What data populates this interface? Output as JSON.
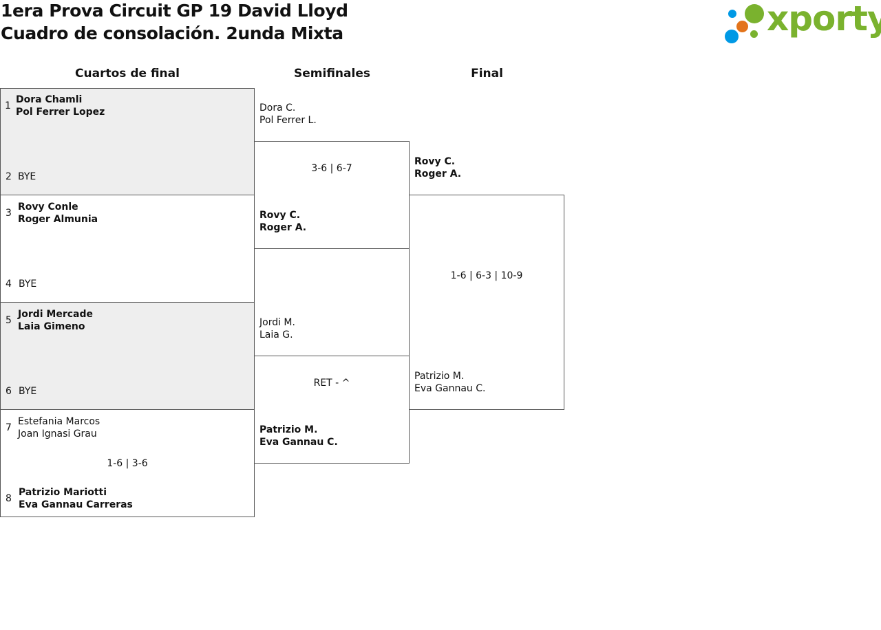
{
  "header": {
    "title_line1": "1era Prova Circuit GP 19 David Lloyd",
    "title_line2": "Cuadro de consolación. 2unda Mixta",
    "logo_text": "xporty",
    "logo_colors": [
      "#0099e5",
      "#7ab22e",
      "#e3741b"
    ]
  },
  "rounds": {
    "quarterfinals": "Cuartos de final",
    "semifinals": "Semifinales",
    "final": "Final"
  },
  "quarterfinals": [
    {
      "seed_a": "1",
      "a1": "Dora Chamli",
      "a2": "Pol Ferrer Lopez",
      "seed_b": "2",
      "b1": "BYE",
      "score": ""
    },
    {
      "seed_a": "3",
      "a1": "Rovy Conle",
      "a2": "Roger Almunia",
      "seed_b": "4",
      "b1": "BYE",
      "score": ""
    },
    {
      "seed_a": "5",
      "a1": "Jordi Mercade",
      "a2": "Laia Gimeno",
      "seed_b": "6",
      "b1": "BYE",
      "score": ""
    },
    {
      "seed_a": "7",
      "a1": "Estefania Marcos",
      "a2": "Joan Ignasi Grau",
      "seed_b": "8",
      "b1": "Patrizio Mariotti",
      "b2": "Eva Gannau Carreras",
      "score": "1-6 | 3-6"
    }
  ],
  "semifinals": [
    {
      "a1": "Dora C.",
      "a2": "Pol Ferrer L.",
      "b1": "Rovy C.",
      "b2": "Roger A.",
      "score": "3-6 | 6-7"
    },
    {
      "a1": "Jordi M.",
      "a2": "Laia G.",
      "b1": "Patrizio M.",
      "b2": "Eva Gannau C.",
      "score": "RET - ^"
    }
  ],
  "final": {
    "a1": "Rovy C.",
    "a2": "Roger A.",
    "b1": "Patrizio M.",
    "b2": "Eva Gannau C.",
    "score": "1-6 | 6-3 | 10-9"
  }
}
